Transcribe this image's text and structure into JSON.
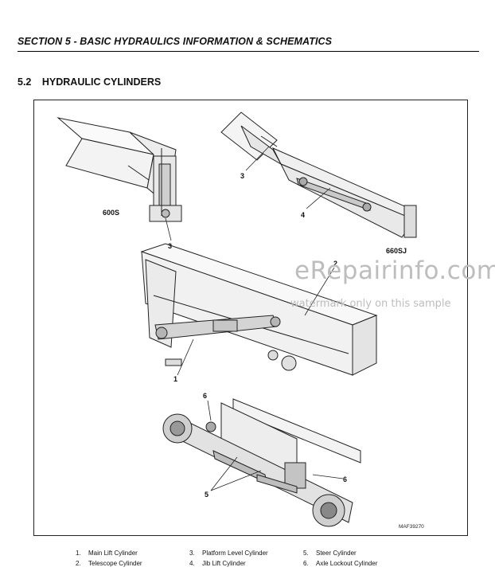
{
  "header": {
    "section_title": "SECTION 5 - BASIC HYDRAULICS INFORMATION & SCHEMATICS"
  },
  "subsection": {
    "number": "5.2",
    "title": "HYDRAULIC CYLINDERS"
  },
  "figure": {
    "labels": {
      "model_a": "600S",
      "model_b": "660SJ"
    },
    "callouts": [
      "3",
      "3",
      "4",
      "2",
      "1",
      "6",
      "6",
      "5"
    ],
    "drawing_code": "MAF39270"
  },
  "watermark": {
    "main": "eRepairinfo.com",
    "sub": "watermark only on this sample"
  },
  "legend": [
    {
      "num": "1.",
      "label": "Main Lift Cylinder"
    },
    {
      "num": "2.",
      "label": "Telescope Cylinder"
    },
    {
      "num": "3.",
      "label": "Platform Level Cylinder"
    },
    {
      "num": "4.",
      "label": "Jib Lift Cylinder"
    },
    {
      "num": "5.",
      "label": "Steer Cylinder"
    },
    {
      "num": "6.",
      "label": "Axle Lockout Cylinder"
    }
  ]
}
